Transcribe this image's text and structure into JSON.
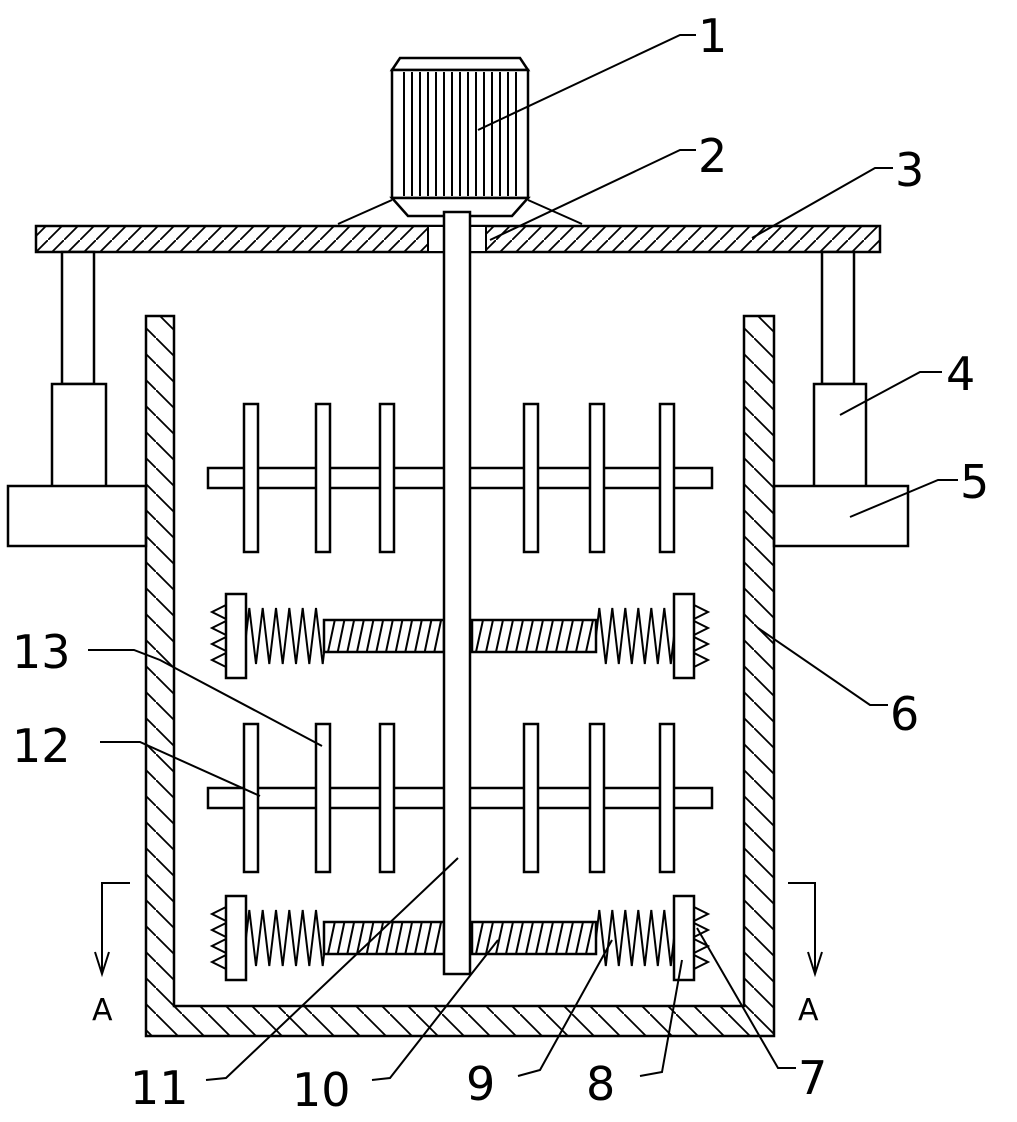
{
  "labels": {
    "l1": "1",
    "l2": "2",
    "l3": "3",
    "l4": "4",
    "l5": "5",
    "l6": "6",
    "l7": "7",
    "l8": "8",
    "l9": "9",
    "l10": "10",
    "l11": "11",
    "l12": "12",
    "l13": "13"
  },
  "section_mark": "A",
  "colors": {
    "stroke": "#000000",
    "background": "#ffffff"
  }
}
